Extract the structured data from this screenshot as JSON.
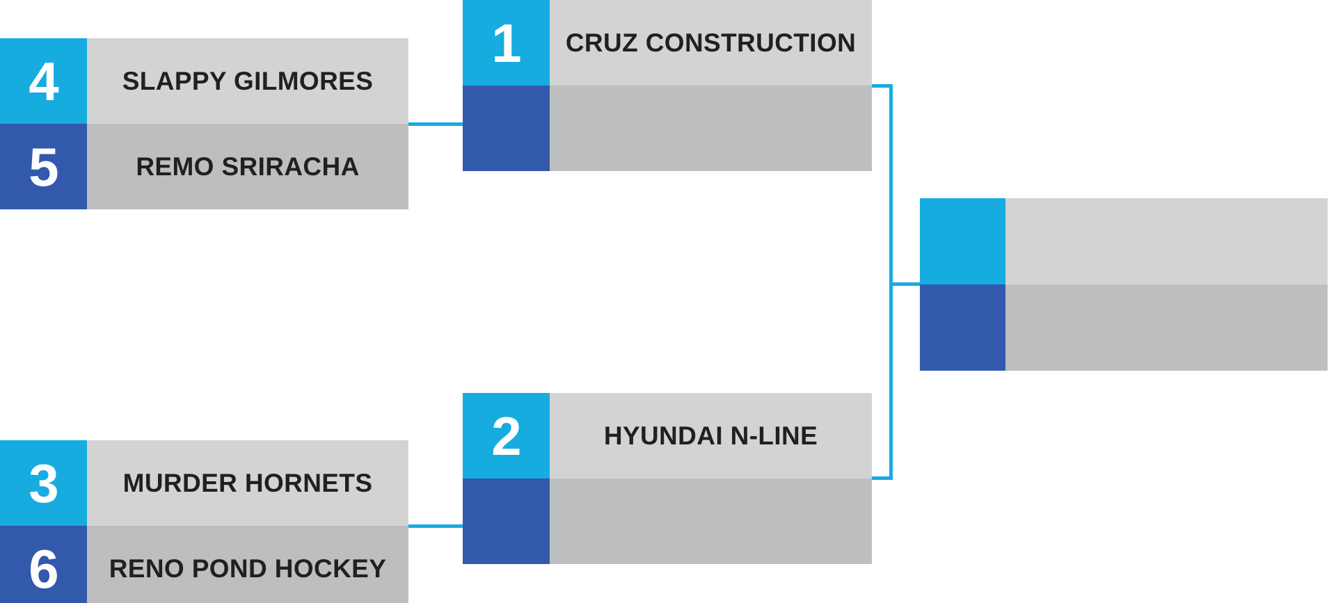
{
  "bracket": {
    "accent_light_blue": "#17ACE0",
    "accent_dark_blue": "#3259AB",
    "slot_gray_light": "#d1d3d4",
    "slot_gray_dark": "#bcbec0",
    "rounds": [
      {
        "round_name": "round-1",
        "matches": [
          {
            "id": "r1-top",
            "slots": [
              {
                "seed": "4",
                "team": "SLAPPY GILMORES"
              },
              {
                "seed": "5",
                "team": "REMO SRIRACHA"
              }
            ]
          },
          {
            "id": "r1-bottom",
            "slots": [
              {
                "seed": "3",
                "team": "MURDER HORNETS"
              },
              {
                "seed": "6",
                "team": "RENO POND HOCKEY"
              }
            ]
          }
        ]
      },
      {
        "round_name": "round-2",
        "matches": [
          {
            "id": "r2-top",
            "slots": [
              {
                "seed": "1",
                "team": "CRUZ CONSTRUCTION"
              },
              {
                "seed": "",
                "team": ""
              }
            ]
          },
          {
            "id": "r2-bottom",
            "slots": [
              {
                "seed": "2",
                "team": "HYUNDAI N-LINE"
              },
              {
                "seed": "",
                "team": ""
              }
            ]
          }
        ]
      },
      {
        "round_name": "final",
        "matches": [
          {
            "id": "final",
            "slots": [
              {
                "seed": "",
                "team": ""
              },
              {
                "seed": "",
                "team": ""
              }
            ]
          }
        ]
      }
    ]
  }
}
